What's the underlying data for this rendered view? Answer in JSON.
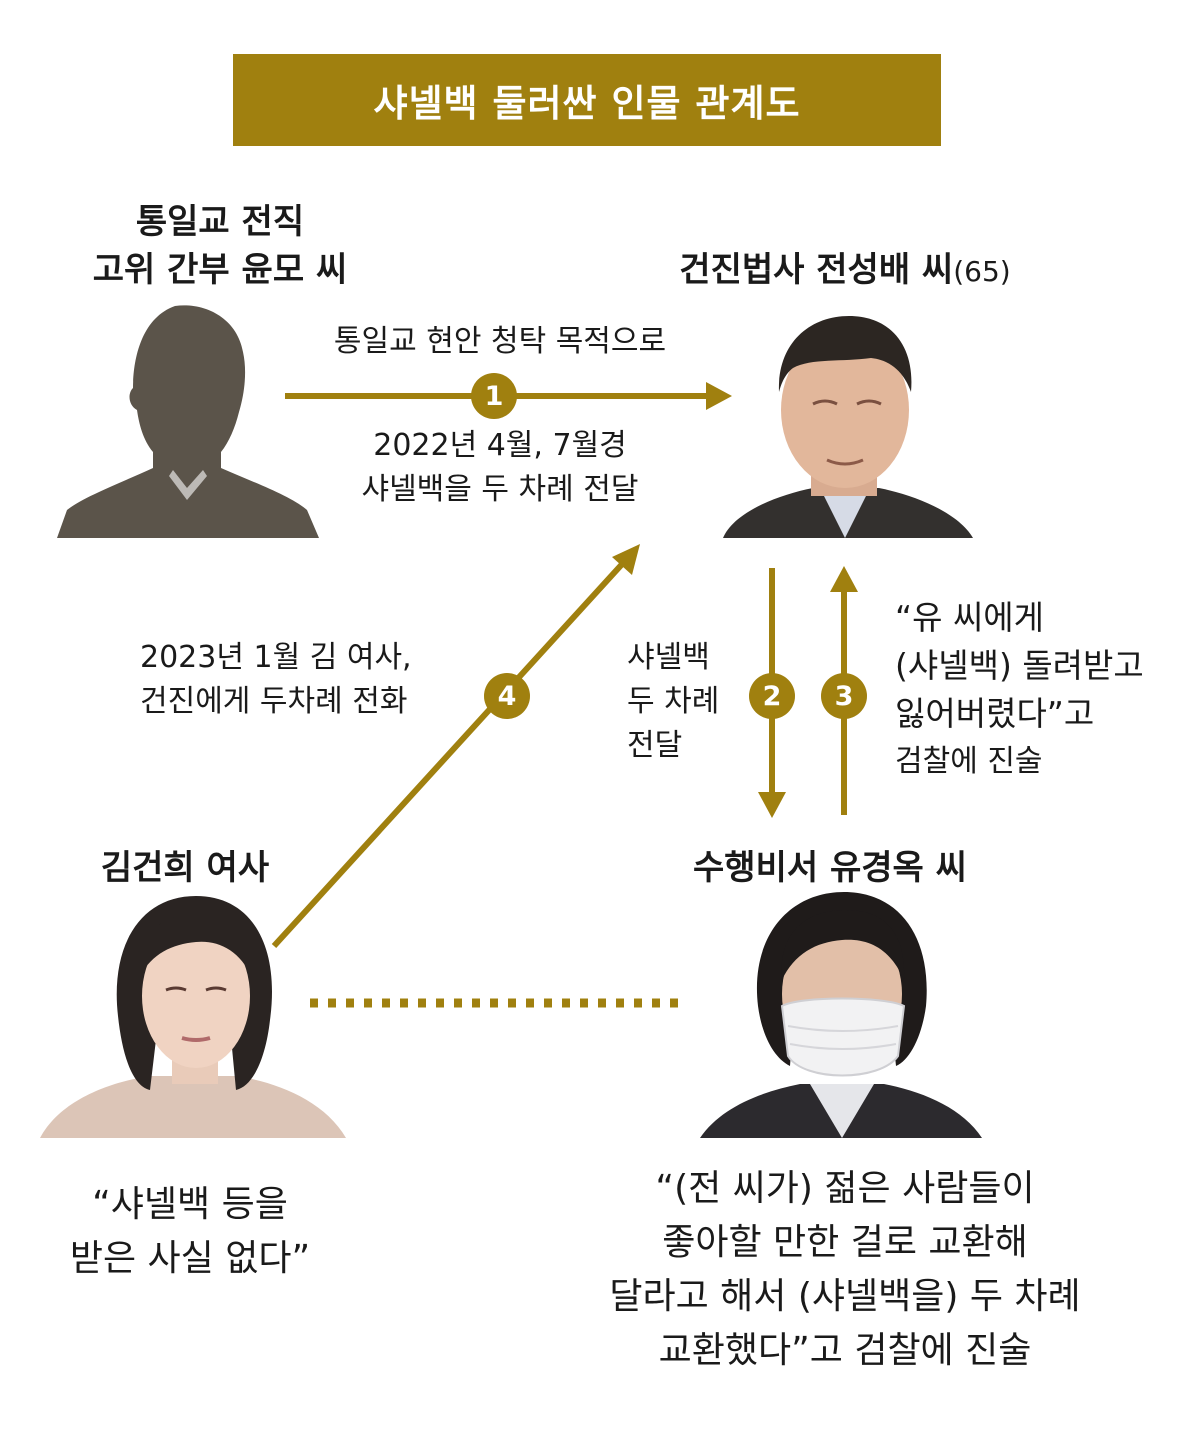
{
  "title": "샤넬백 둘러싼 인물 관계도",
  "people": {
    "yoon": {
      "line1": "통일교 전직",
      "line2": "고위 간부 윤모 씨"
    },
    "jeon": {
      "name": "건진법사 전성배 씨",
      "age": "(65)"
    },
    "kim": {
      "name": "김건희 여사"
    },
    "yu": {
      "name": "수행비서 유경옥 씨"
    }
  },
  "edges": {
    "e1": {
      "number": "1",
      "above": "통일교 현안 청탁 목적으로",
      "below1": "2022년 4월, 7월경",
      "below2": "샤넬백을 두 차례 전달"
    },
    "e2": {
      "number": "2",
      "line1": "샤넬백",
      "line2": "두 차례",
      "line3": "전달"
    },
    "e3": {
      "number": "3",
      "line1": "“유 씨에게",
      "line2": "(샤넬백) 돌려받고",
      "line3": "잃어버렸다”고",
      "line4": "검찰에 진술"
    },
    "e4": {
      "number": "4",
      "line1": "2023년 1월 김 여사,",
      "line2": "건진에게 두차례 전화"
    }
  },
  "quotes": {
    "kim": {
      "line1": "“샤넬백 등을",
      "line2": "받은 사실 없다”"
    },
    "yu": {
      "line1": "“(전 씨가) 젊은 사람들이",
      "line2": "좋아할 만한 걸로 교환해",
      "line3": "달라고 해서 (샤넬백을) 두 차례",
      "line4": "교환했다”고 검찰에 진술"
    }
  },
  "colors": {
    "accent": "#a0800f",
    "silhouette": "#5b544a"
  }
}
